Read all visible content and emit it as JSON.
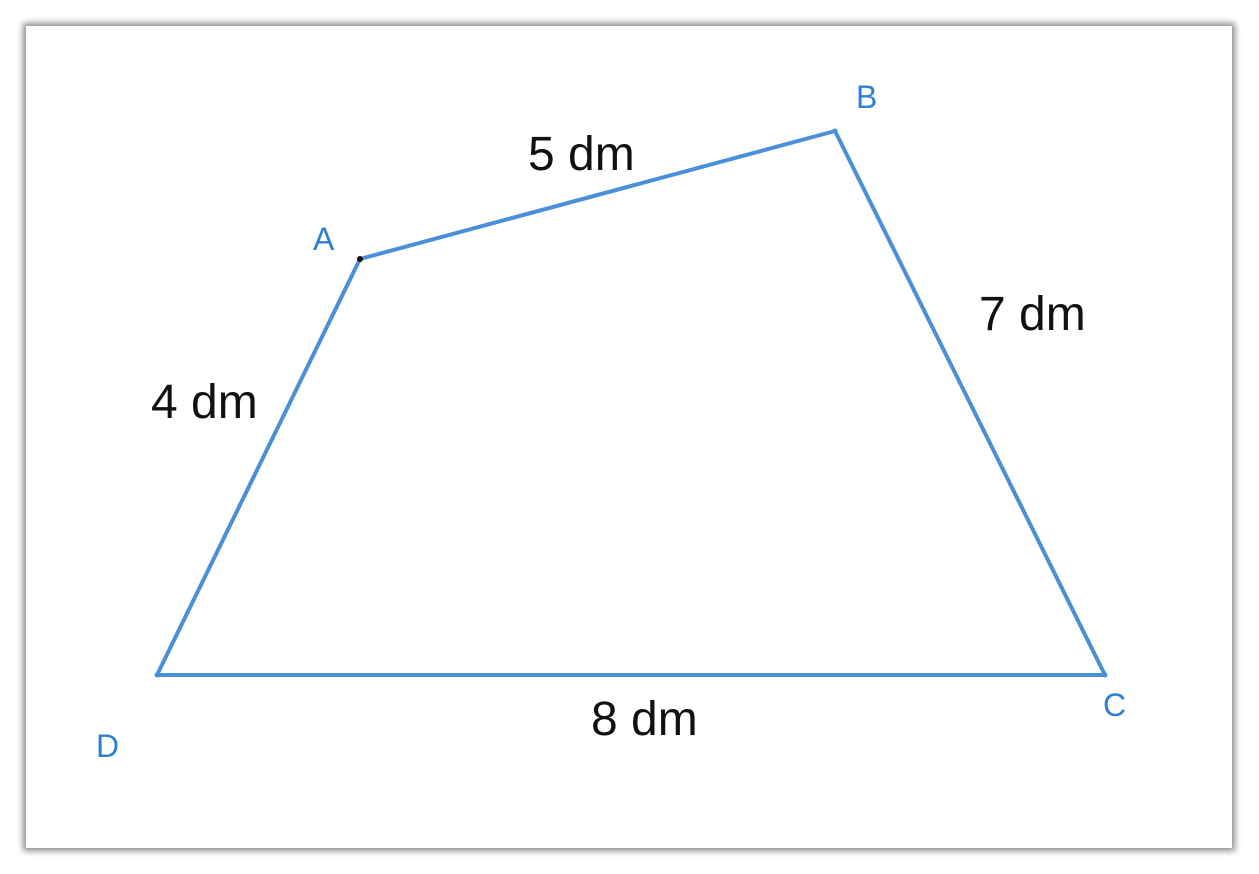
{
  "colors": {
    "edge": "#4a90d9",
    "vertex_label": "#2f7fd1",
    "length_label": "#111111"
  },
  "vertices": {
    "A": "A",
    "B": "B",
    "C": "C",
    "D": "D"
  },
  "sides": {
    "AB": "5 dm",
    "BC": "7 dm",
    "CD": "8 dm",
    "DA": "4 dm"
  }
}
